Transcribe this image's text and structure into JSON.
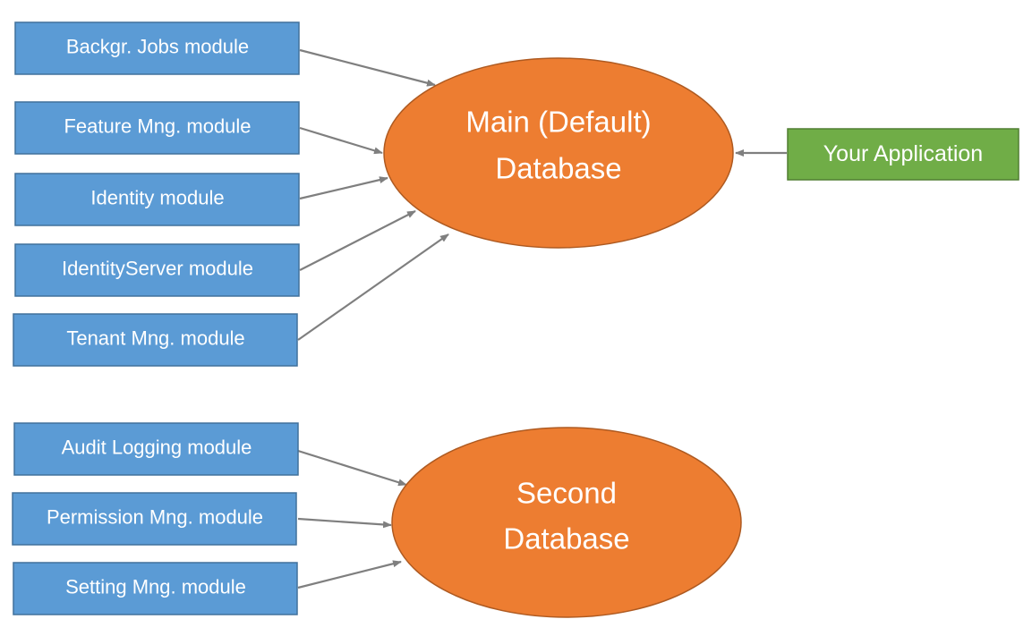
{
  "main_group": {
    "modules": [
      {
        "label": "Backgr. Jobs module"
      },
      {
        "label": "Feature Mng. module"
      },
      {
        "label": "Identity module"
      },
      {
        "label": "IdentityServer module"
      },
      {
        "label": "Tenant Mng. module"
      }
    ],
    "database": {
      "line1": "Main (Default)",
      "line2": "Database"
    },
    "application": {
      "label": "Your Application"
    }
  },
  "second_group": {
    "modules": [
      {
        "label": "Audit Logging module"
      },
      {
        "label": "Permission Mng. module"
      },
      {
        "label": "Setting Mng. module"
      }
    ],
    "database": {
      "line1": "Second",
      "line2": "Database"
    }
  },
  "colors": {
    "module_fill": "#5b9bd5",
    "database_fill": "#ed7d31",
    "application_fill": "#70ad47",
    "connector": "#7f7f7f",
    "text": "#ffffff"
  }
}
